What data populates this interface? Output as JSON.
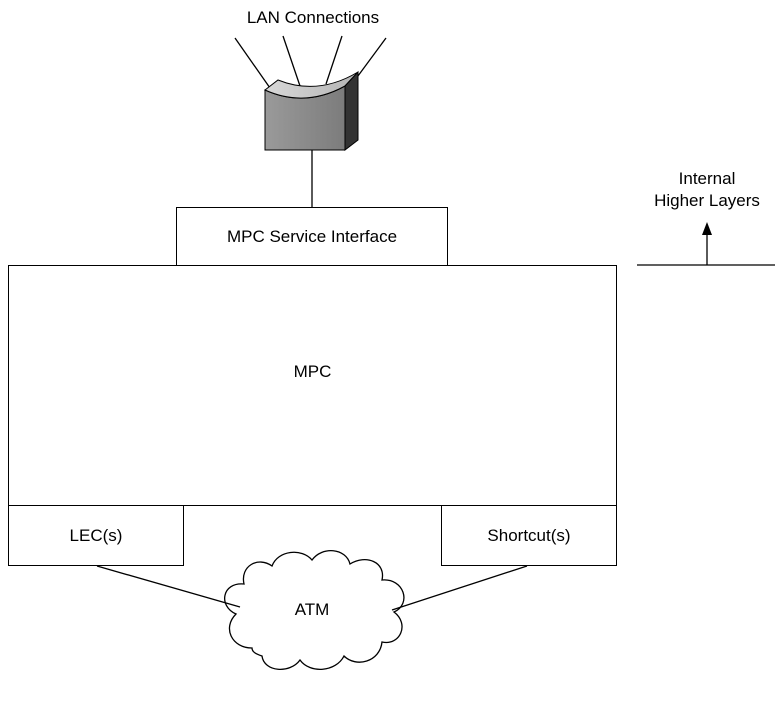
{
  "diagram": {
    "lan_connections_label": "LAN Connections",
    "service_interface_label": "MPC Service Interface",
    "mpc_label": "MPC",
    "lec_label": "LEC(s)",
    "shortcut_label": "Shortcut(s)",
    "atm_label": "ATM",
    "higher_layers_line1": "Internal",
    "higher_layers_line2": "Higher Layers"
  },
  "colors": {
    "line": "#000000",
    "device_front": "#8c8c8c",
    "device_top": "#c8c8c8",
    "device_side": "#3a3a3a",
    "background": "#ffffff"
  },
  "icons": {
    "device": "switch-device-icon",
    "cloud": "cloud-icon",
    "arrow": "up-arrow-icon"
  }
}
